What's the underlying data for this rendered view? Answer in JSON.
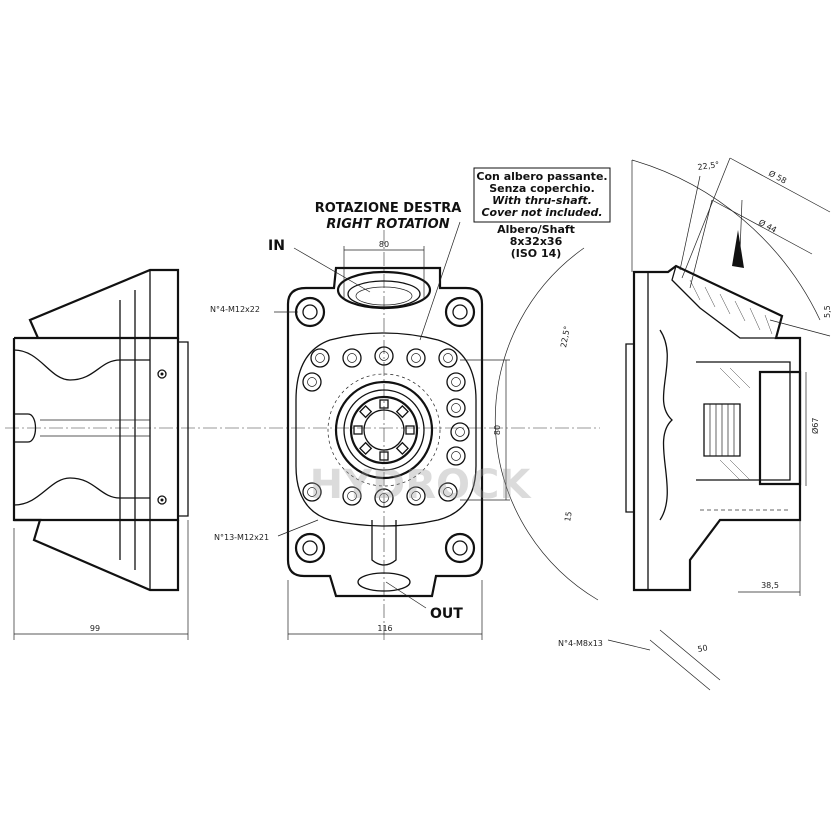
{
  "titles": {
    "rotation_it": "ROTAZIONE DESTRA",
    "rotation_en": "RIGHT ROTATION"
  },
  "ports": {
    "inlet": "IN",
    "outlet": "OUT"
  },
  "note_box": {
    "line1": "Con albero passante.",
    "line2": "Senza coperchio.",
    "line3": "With thru-shaft.",
    "line4": "Cover not included."
  },
  "shaft": {
    "line1": "Albero/Shaft",
    "line2": "8x32x36",
    "line3": "(ISO 14)"
  },
  "callouts": {
    "holes_main": "N°4-M12x22",
    "holes_ring": "N°13-M12x21",
    "holes_flange": "N°4-M8x13"
  },
  "dimensions": {
    "d99": "99",
    "d80_top": "80",
    "d80_side": "80",
    "d116": "116",
    "angle_top": "22,5°",
    "angle_side": "22,5°",
    "d15": "15",
    "dia58": "Ø 58",
    "dia44": "Ø 44",
    "d5_5": "5,5",
    "dia67": "Ø67",
    "d38_5": "38,5",
    "d50": "50"
  },
  "watermark": "HYDROCK"
}
